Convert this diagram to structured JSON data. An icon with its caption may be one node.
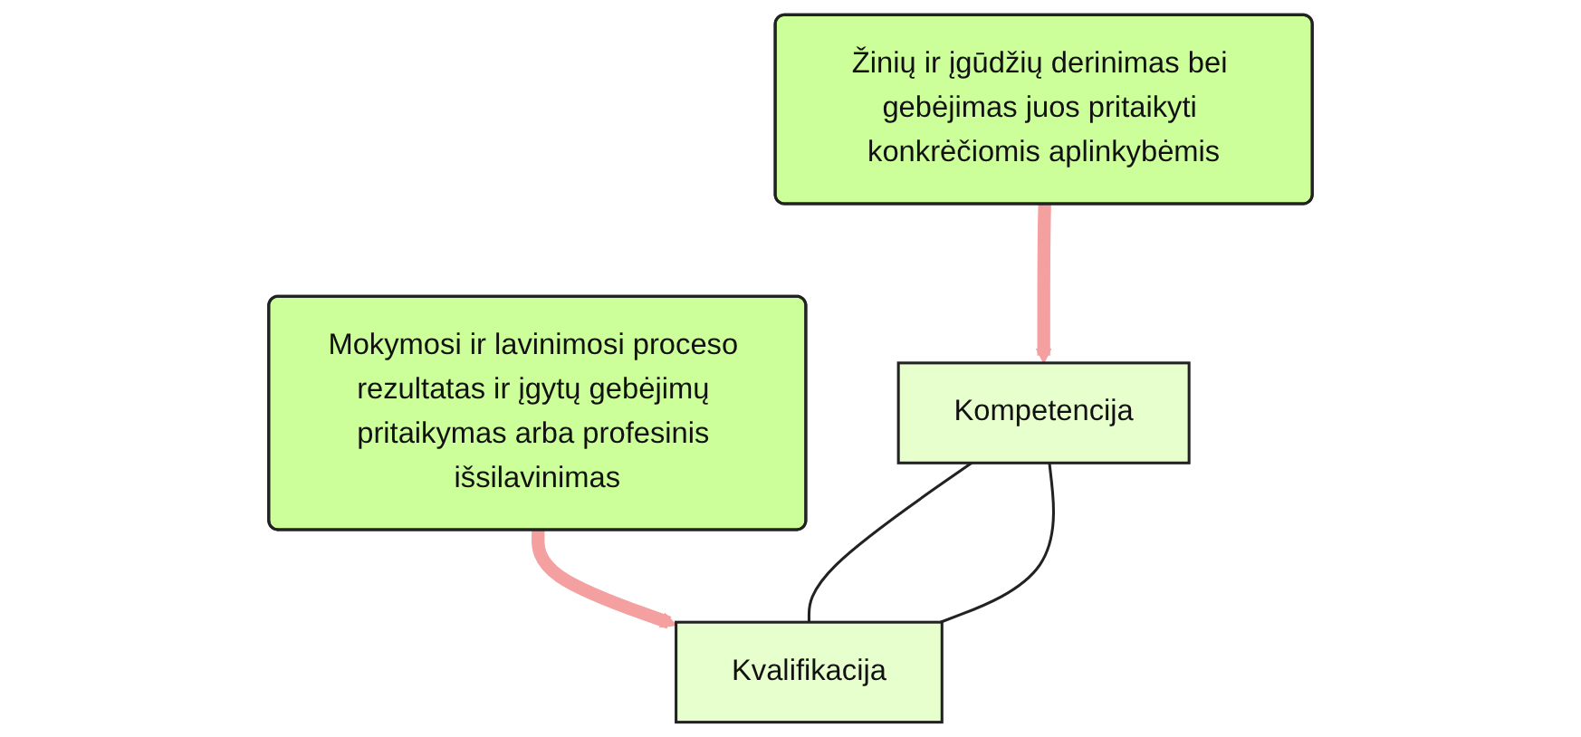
{
  "diagram": {
    "nodes": [
      {
        "text": [
          "Žinių ir įgūdžių derinimas bei gebėjimas juos pritaikyti konkrėčiomis aplinkybėmis"
        ]
      },
      {
        "text": [
          "Mokymosi ir lavinimosi proceso rezultatas ir įgytų gebėjimų pritaikymas arba profesinis išsilavinimas"
        ]
      },
      {
        "text": [
          "Kompetencija"
        ]
      },
      {
        "text": [
          "Kvalifikacija"
        ]
      }
    ],
    "edges": [
      {
        "from": 0,
        "to": 2,
        "arrow": "to",
        "style": "thick",
        "color": "#f4a0a0"
      },
      {
        "from": 1,
        "to": 3,
        "arrow": "to",
        "style": "thick",
        "color": "#f4a0a0"
      },
      {
        "from": 2,
        "to": 3,
        "arrow": "none",
        "color": "#222222"
      },
      {
        "from": 2,
        "to": 3,
        "arrow": "none",
        "color": "#222222"
      }
    ]
  }
}
